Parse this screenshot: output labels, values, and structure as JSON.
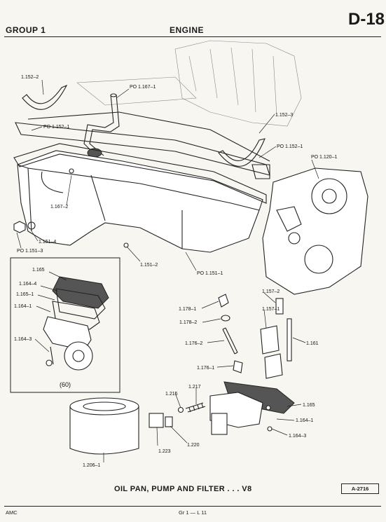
{
  "header": {
    "group": "GROUP 1",
    "section": "ENGINE",
    "page": "D-18"
  },
  "caption": "OIL PAN, PUMP AND FILTER . . . V8",
  "reference": "A-2716",
  "footer": {
    "left": "AMC",
    "center": "Gr 1 — L 11"
  },
  "inset": {
    "label": "(60)"
  },
  "callouts": [
    {
      "id": "c1",
      "text": "1.152–2"
    },
    {
      "id": "c2",
      "text": "PO 1.167–1"
    },
    {
      "id": "c3",
      "text": "PO 1.152–1"
    },
    {
      "id": "c4",
      "text": "1.152–3"
    },
    {
      "id": "c5",
      "text": "PO 1.152–1"
    },
    {
      "id": "c6",
      "text": "PO 1.120–1"
    },
    {
      "id": "c7",
      "text": "1.167–2"
    },
    {
      "id": "c8",
      "text": "1.151–4"
    },
    {
      "id": "c9",
      "text": "PO 1.151–3"
    },
    {
      "id": "c10",
      "text": "1.151–2"
    },
    {
      "id": "c11",
      "text": "PO 1.151–1"
    },
    {
      "id": "c12",
      "text": "1.165"
    },
    {
      "id": "c13",
      "text": "1.164–4"
    },
    {
      "id": "c14",
      "text": "1.165–1"
    },
    {
      "id": "c15",
      "text": "1.164–1"
    },
    {
      "id": "c16",
      "text": "1.164–3"
    },
    {
      "id": "c17",
      "text": "1.178–1"
    },
    {
      "id": "c18",
      "text": "1.178–2"
    },
    {
      "id": "c19",
      "text": "1.157–2"
    },
    {
      "id": "c20",
      "text": "1.157–1"
    },
    {
      "id": "c21",
      "text": "1.161"
    },
    {
      "id": "c22",
      "text": "1.176–2"
    },
    {
      "id": "c23",
      "text": "1.176–1"
    },
    {
      "id": "c24",
      "text": "1.217"
    },
    {
      "id": "c25",
      "text": "1.215"
    },
    {
      "id": "c26",
      "text": "1.165"
    },
    {
      "id": "c27",
      "text": "1.164–1"
    },
    {
      "id": "c28",
      "text": "1.164–3"
    },
    {
      "id": "c29",
      "text": "1.220"
    },
    {
      "id": "c30",
      "text": "1.223"
    },
    {
      "id": "c31",
      "text": "1.206–1"
    }
  ]
}
